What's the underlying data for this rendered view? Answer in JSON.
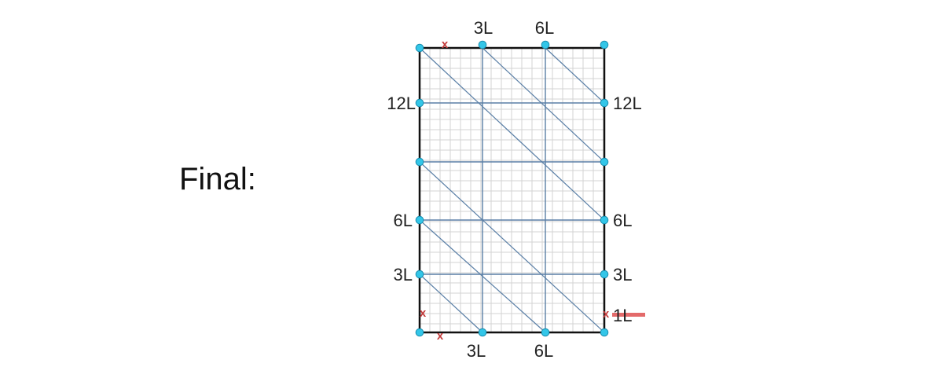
{
  "heading": "Final:",
  "labels": {
    "top_left": "3L",
    "top_right": "6L",
    "left_12": "12L",
    "right_12": "12L",
    "left_6": "6L",
    "right_6": "6L",
    "left_3": "3L",
    "right_3": "3L",
    "right_1": "1L",
    "bottom_left": "3L",
    "bottom_right": "6L"
  },
  "markers": {
    "cross": "x"
  },
  "colors": {
    "border": "#111111",
    "minor_grid": "#d3d3d3",
    "structure_line": "#5a7fa6",
    "node_fill": "#33c6e8",
    "node_stroke": "#1a8fb0",
    "cross": "#c23a3a",
    "accent_bar": "#e05a5a",
    "label": "#222222"
  }
}
